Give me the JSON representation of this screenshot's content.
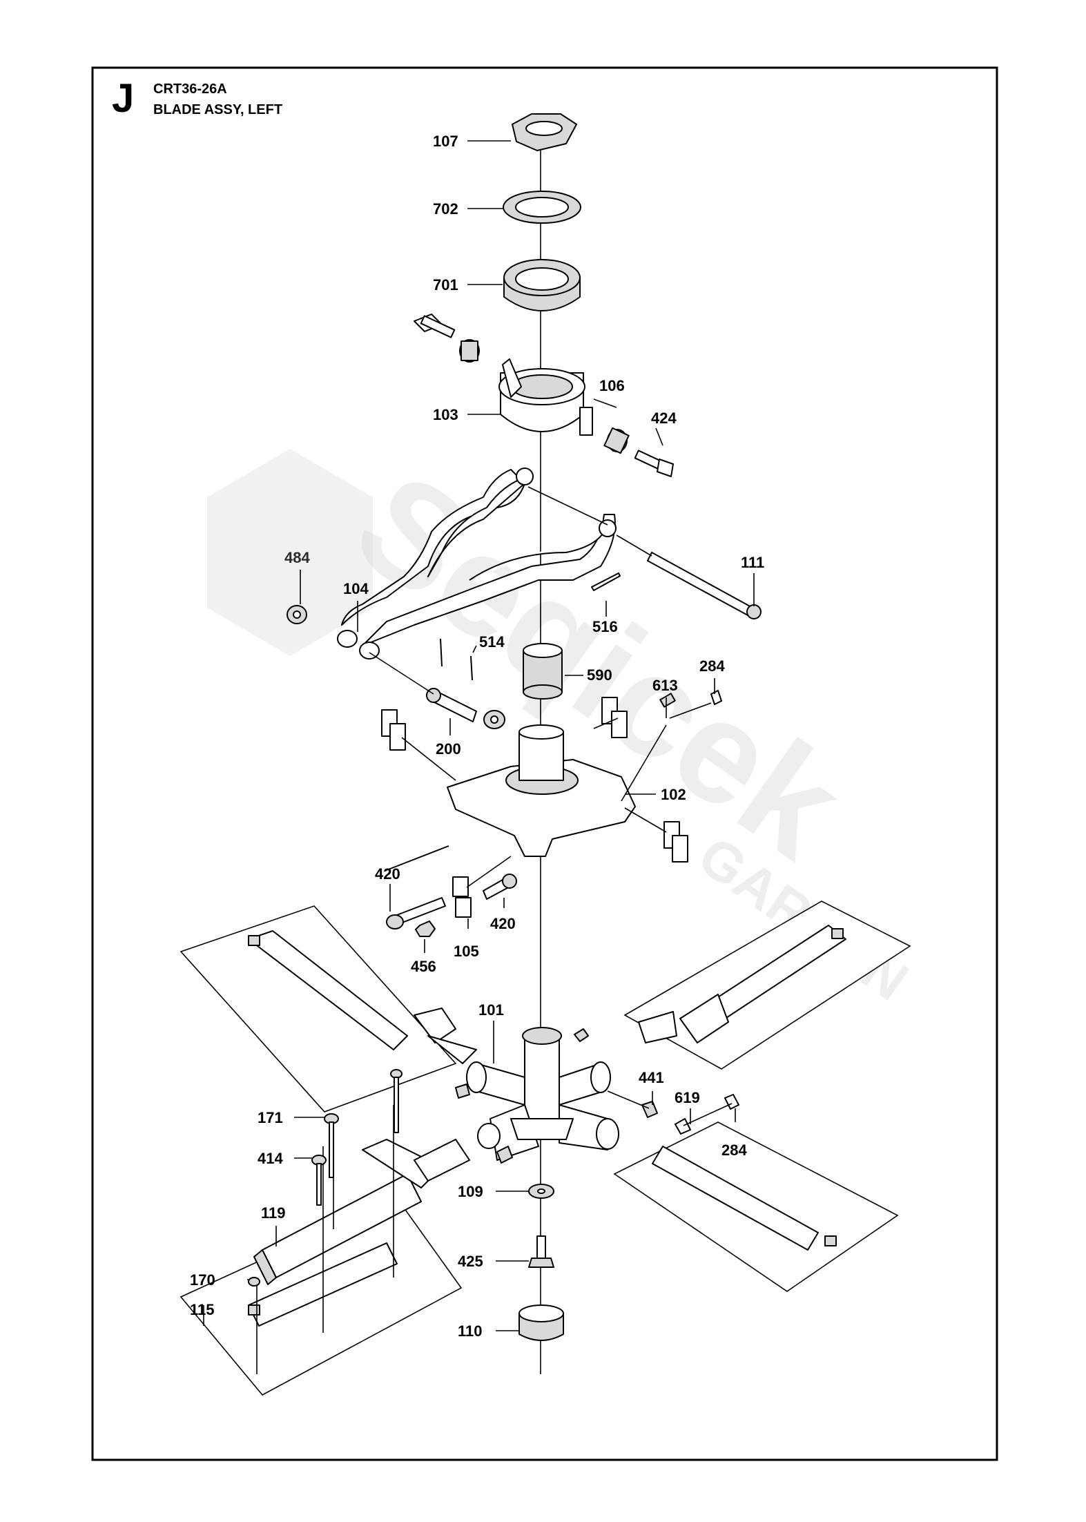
{
  "header": {
    "section_letter": "J",
    "model": "CRT36-26A",
    "subtitle": "BLADE ASSY, LEFT"
  },
  "watermark": {
    "brand": "Seqicek",
    "sub": "GARDEN"
  },
  "callouts": {
    "c107": "107",
    "c702": "702",
    "c701": "701",
    "c106": "106",
    "c424": "424",
    "c103": "103",
    "c484": "484",
    "c104": "104",
    "c111": "111",
    "c516": "516",
    "c514": "514",
    "c590": "590",
    "c284a": "284",
    "c613": "613",
    "c200": "200",
    "c102": "102",
    "c420a": "420",
    "c105": "105",
    "c420b": "420",
    "c456": "456",
    "c101": "101",
    "c441": "441",
    "c619": "619",
    "c284b": "284",
    "c171": "171",
    "c414": "414",
    "c119": "119",
    "c109": "109",
    "c425": "425",
    "c170": "170",
    "c115": "115",
    "c110": "110"
  }
}
